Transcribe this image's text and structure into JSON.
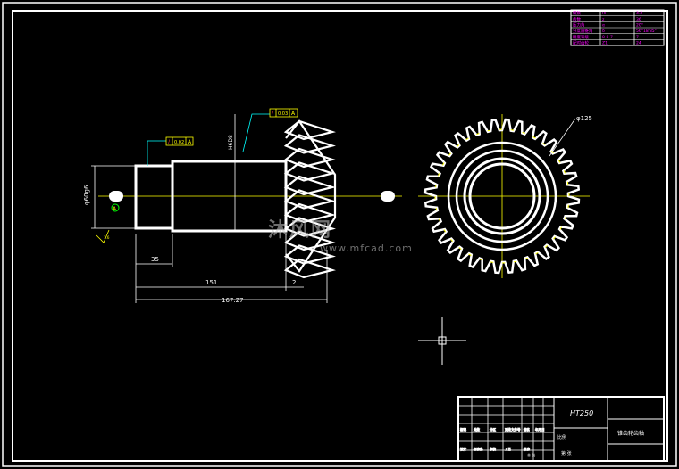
{
  "drawing": {
    "dims": {
      "diam_shaft": "φ60g6",
      "len_35": "35",
      "len_151": "151",
      "len_2": "2",
      "len_total": "167.27",
      "diam_pitch": "φ125",
      "callout_mid": "H6D8"
    },
    "datum": "A",
    "tolerance_left": {
      "symbol": "/",
      "value": "0.02",
      "datum": "A"
    },
    "tolerance_top": {
      "symbol": "/",
      "value": "0.03",
      "datum": "A"
    },
    "roughness": "1.6"
  },
  "watermark": {
    "brand": "沐风网",
    "url": "www.mfcad.com"
  },
  "title_block": {
    "material": "HT250",
    "part_name": "锥齿轮齿轴",
    "scale_label": "比例",
    "sheet_label": "第 张",
    "company": "共 张",
    "grid_labels": [
      "标记",
      "处数",
      "分区",
      "更改文件号",
      "签名",
      "年月日",
      "设计",
      "标准化",
      "审核",
      "工艺",
      "批准"
    ]
  },
  "param_table": {
    "rows": [
      [
        "模数",
        "m",
        "3.5"
      ],
      [
        "齿数",
        "z",
        "36"
      ],
      [
        "压力角",
        "α",
        "20°"
      ],
      [
        "分度圆锥角",
        "δ",
        "56°18'35\""
      ],
      [
        "精度等级",
        "8-8-7",
        "7"
      ],
      [
        "配对齿轮",
        "Z1",
        "24"
      ]
    ]
  },
  "colors": {
    "background": "#000000",
    "geometry": "#ffffff",
    "dimension": "#ffffff",
    "tolerance": "#ffff00",
    "leader": "#00ffff",
    "table": "#ff00ff",
    "datum": "#00ff00"
  }
}
